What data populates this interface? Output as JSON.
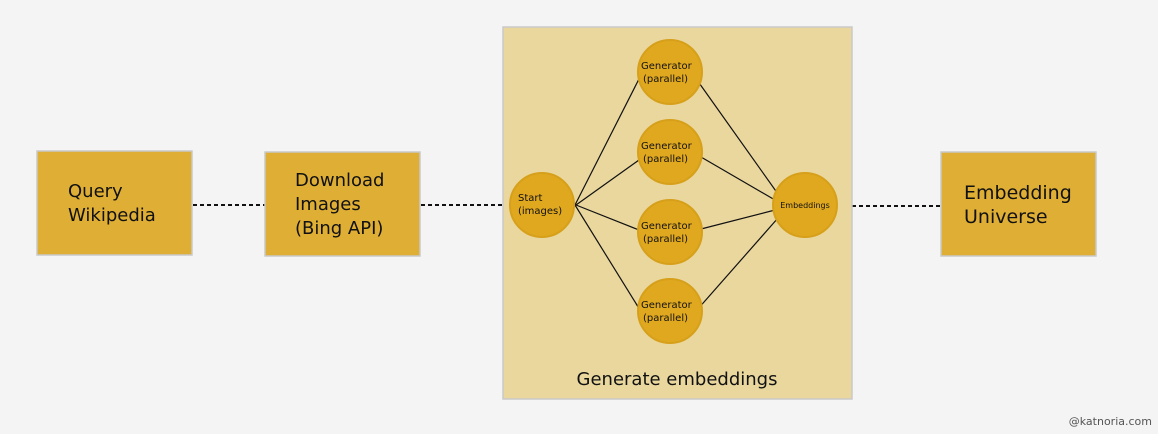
{
  "colors": {
    "background": "#f4f4f4",
    "box_fill": "#deae35",
    "box_stroke": "#c9c9c9",
    "panel_fill": "#ead79e",
    "panel_stroke": "#c9c9c9",
    "node_fill": "#e0a81f",
    "node_stroke": "#d7a01a",
    "line": "#111111"
  },
  "steps": {
    "query": {
      "line1": "Query",
      "line2": "Wikipedia"
    },
    "download": {
      "line1": "Download",
      "line2": "Images",
      "line3": "(Bing API)"
    },
    "generate": {
      "label": "Generate embeddings"
    },
    "universe": {
      "line1": "Embedding",
      "line2": "Universe"
    }
  },
  "nodes": {
    "start": {
      "line1": "Start",
      "line2": "(images)"
    },
    "generators": [
      {
        "line1": "Generator",
        "line2": "(parallel)"
      },
      {
        "line1": "Generator",
        "line2": "(parallel)"
      },
      {
        "line1": "Generator",
        "line2": "(parallel)"
      },
      {
        "line1": "Generator",
        "line2": "(parallel)"
      }
    ],
    "embeddings": {
      "label": "Embeddings"
    }
  },
  "credit": "@katnoria.com"
}
